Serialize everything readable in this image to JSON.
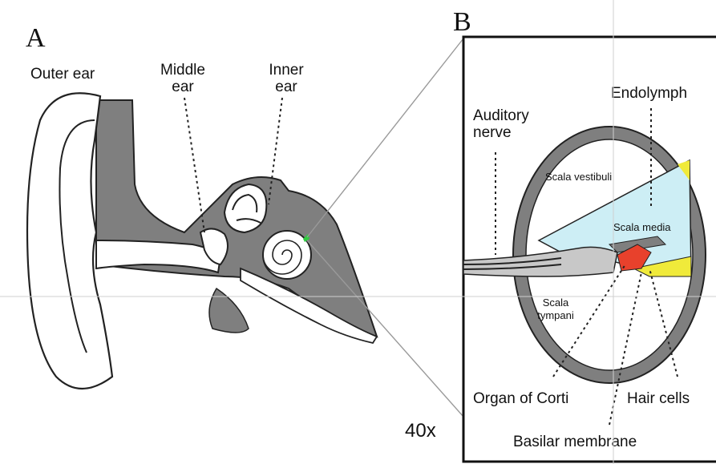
{
  "panels": {
    "a": "A",
    "b": "B"
  },
  "panel_a": {
    "outer_ear": "Outer ear",
    "middle_ear_line1": "Middle",
    "middle_ear_line2": "ear",
    "inner_ear_line1": "Inner",
    "inner_ear_line2": "ear",
    "magnification": "40x"
  },
  "panel_b": {
    "auditory_nerve_line1": "Auditory",
    "auditory_nerve_line2": "nerve",
    "endolymph": "Endolymph",
    "scala_vestibuli": "Scala vestibuli",
    "scala_media": "Scala media",
    "scala_tympani_line1": "Scala",
    "scala_tympani_line2": "tympani",
    "organ_of_corti": "Organ of Corti",
    "hair_cells": "Hair cells",
    "basilar_membrane": "Basilar membrane"
  },
  "colors": {
    "tissue_gray": "#7f7f7f",
    "scala_media_blue": "#cdeef5",
    "hair_cell_red": "#e8412c",
    "support_yellow": "#f0ea3a",
    "zoom_marker_green": "#2ecc40"
  }
}
